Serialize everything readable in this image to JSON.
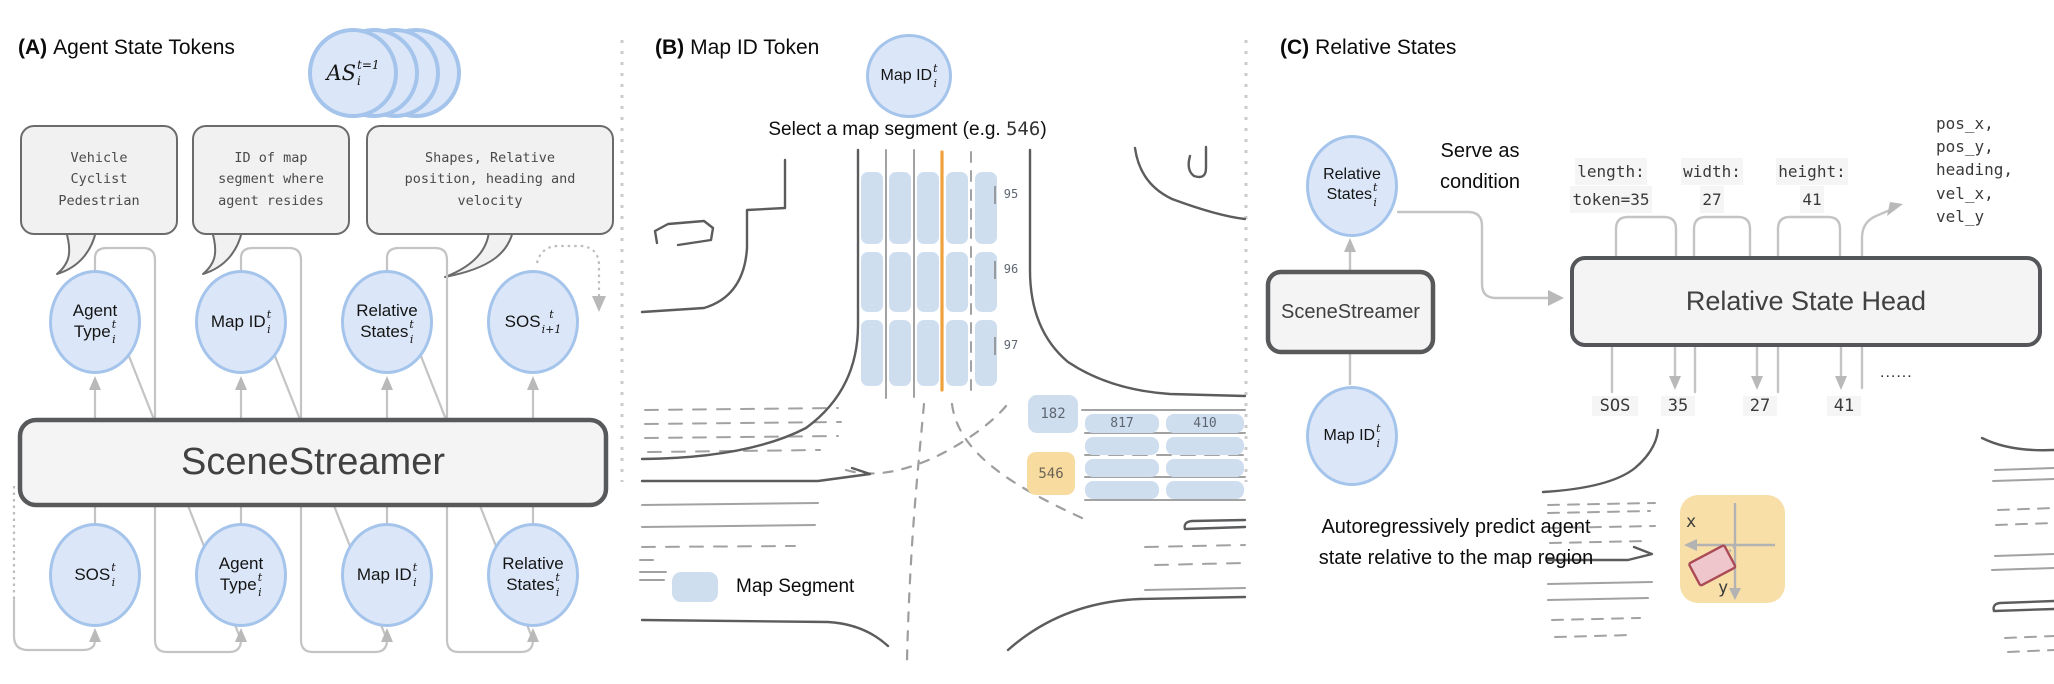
{
  "colors": {
    "token_fill": "#dbe7f8",
    "token_stroke": "#a5c4ec",
    "segment_blue": "#cfdeef",
    "highlight_yellow": "#f7db9f",
    "orange_line": "#efa13c",
    "box_fill": "#f4f4f4",
    "box_stroke": "#58595b",
    "connector_gray": "#c4c4c4",
    "agent_red": "#aa4b57"
  },
  "panelA": {
    "title_prefix": "(A)",
    "title": "Agent State Tokens",
    "stack_token": {
      "base": "AS",
      "sup": "t=1",
      "sub": "i"
    },
    "bubbles": [
      {
        "lines": [
          "Vehicle",
          "Cyclist",
          "Pedestrian"
        ]
      },
      {
        "lines": [
          "ID of map",
          "segment where",
          "agent resides"
        ]
      },
      {
        "lines": [
          "Shapes, Relative",
          "position, heading and",
          "velocity"
        ]
      }
    ],
    "top_tokens": [
      {
        "line1": "Agent",
        "line2": "Type",
        "sup": "t",
        "sub": "i"
      },
      {
        "line1": "",
        "line2": "Map ID",
        "sup": "t",
        "sub": "i"
      },
      {
        "line1": "Relative",
        "line2": "States",
        "sup": "t",
        "sub": "i"
      },
      {
        "line1": "",
        "line2": "SOS",
        "sup": "t",
        "sub": "i+1"
      }
    ],
    "model_label": "SceneStreamer",
    "bottom_tokens": [
      {
        "line1": "",
        "line2": "SOS",
        "sup": "t",
        "sub": "i"
      },
      {
        "line1": "Agent",
        "line2": "Type",
        "sup": "t",
        "sub": "i"
      },
      {
        "line1": "",
        "line2": "Map ID",
        "sup": "t",
        "sub": "i"
      },
      {
        "line1": "Relative",
        "line2": "States",
        "sup": "t",
        "sub": "i"
      }
    ]
  },
  "panelB": {
    "title_prefix": "(B)",
    "title": "Map ID Token",
    "token": {
      "line1": "",
      "line2": "Map ID",
      "sup": "t",
      "sub": "i"
    },
    "caption_before": "Select a map segment (e.g. ",
    "caption_code": "546",
    "caption_after": ")",
    "segment_labels": {
      "s95": "95",
      "s96": "96",
      "s97": "97",
      "s182": "182",
      "s546": "546",
      "s817": "817",
      "s410": "410"
    },
    "legend_label": "Map Segment"
  },
  "panelC": {
    "title_prefix": "(C)",
    "title": "Relative States",
    "rel_token": {
      "line1": "Relative",
      "line2": "States",
      "sup": "t",
      "sub": "i"
    },
    "map_token": {
      "line1": "",
      "line2": "Map ID",
      "sup": "t",
      "sub": "i"
    },
    "model_label": "SceneStreamer",
    "serve_lines": [
      "Serve as",
      "condition"
    ],
    "head_label": "Relative State Head",
    "top_annotations": [
      {
        "l1": "length:",
        "l2": "token=35"
      },
      {
        "l1": "width:",
        "l2": "27"
      },
      {
        "l1": "height:",
        "l2": "41"
      }
    ],
    "outputs": [
      "pos_x,",
      "pos_y,",
      "heading,",
      "vel_x,",
      "vel_y"
    ],
    "bottom_tokens": [
      "SOS",
      "35",
      "27",
      "41"
    ],
    "dots": "......",
    "autoreg_lines": [
      "Autoregressively predict agent",
      "state relative to the map region"
    ],
    "axis_x": "x",
    "axis_y": "y"
  }
}
